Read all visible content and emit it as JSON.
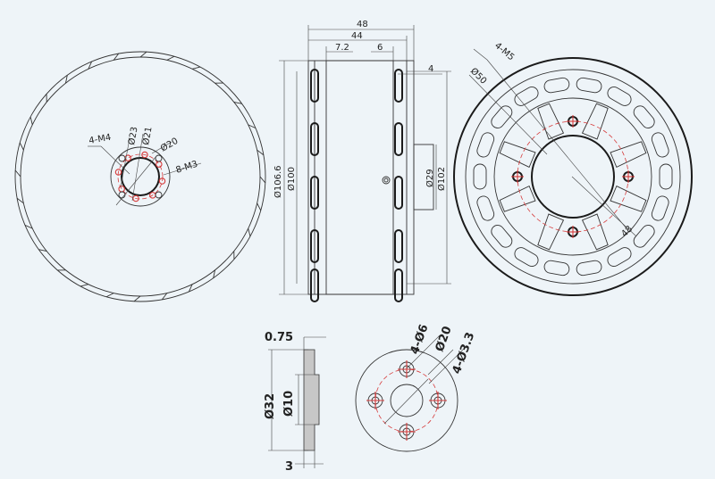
{
  "front_view": {
    "dim_4m4": "4-M4",
    "dim_d23": "Ø23",
    "dim_d21": "Ø21",
    "dim_d20": "Ø20",
    "dim_8m3": "8-M3"
  },
  "side_view": {
    "dim_48": "48",
    "dim_44": "44",
    "dim_7_2": "7.2",
    "dim_6": "6",
    "dim_4": "4",
    "dim_d106_6": "Ø106.6",
    "dim_d100": "Ø100",
    "dim_d29": "Ø29",
    "dim_d102": "Ø102"
  },
  "rear_view": {
    "dim_4m5": "4-M5",
    "dim_d50": "Ø50",
    "dim_48": "48"
  },
  "adapter_side": {
    "dim_0_75": "0.75",
    "dim_d32": "Ø32",
    "dim_d10": "Ø10",
    "dim_3": "3"
  },
  "adapter_face": {
    "dim_4d6": "4-Ø6",
    "dim_d20": "Ø20",
    "dim_4d3_3": "4-Ø3.3"
  },
  "colors": {
    "background": "#eef4f8",
    "line": "#1b1b1b",
    "accent_red": "#d63a3a"
  }
}
